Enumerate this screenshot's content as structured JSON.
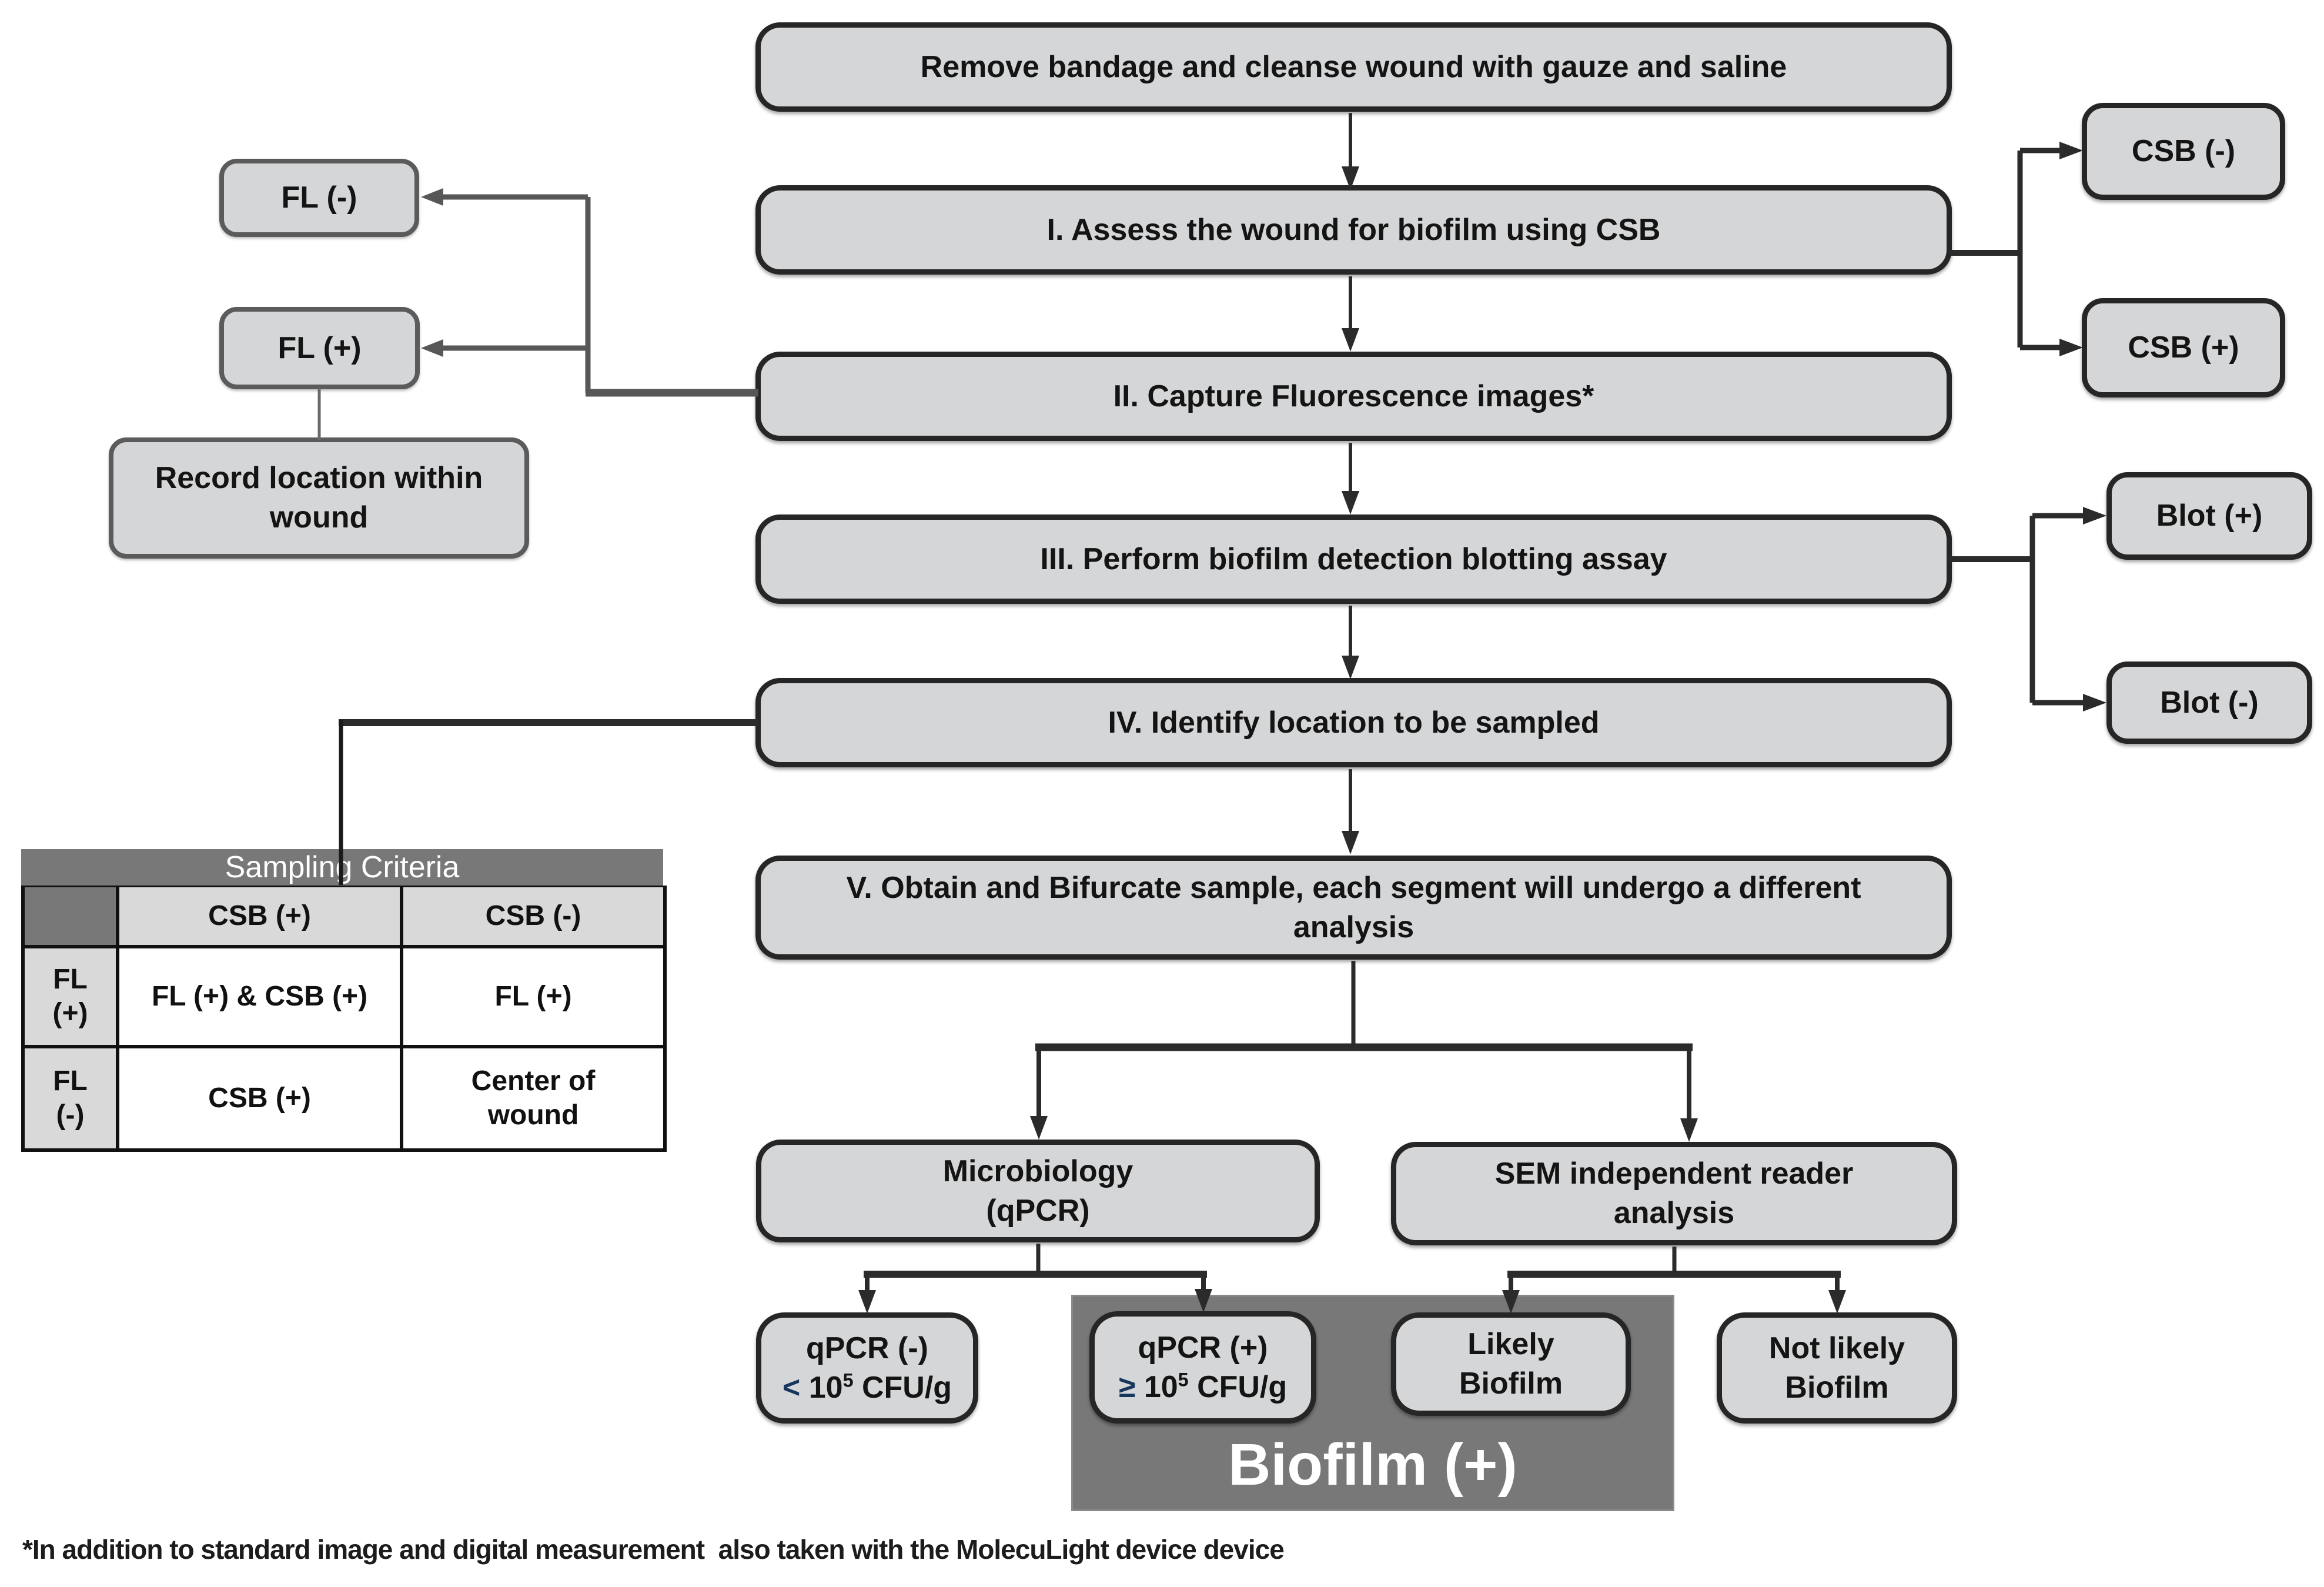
{
  "colors": {
    "box_fill": "#d5d6d7",
    "box_border_dark": "#262626",
    "box_border_gray": "#5b5b5b",
    "panel_gray": "#787878",
    "navy_symbol": "#17365d",
    "connector_black": "#2b2b2b",
    "connector_gray": "#575757",
    "banner_text": "#ffffff"
  },
  "flow": {
    "step_remove": "Remove bandage and cleanse wound with gauze and saline",
    "step1": "I. Assess the wound for biofilm using CSB",
    "step2": "II. Capture Fluorescence images*",
    "step3": "III. Perform biofilm detection blotting assay",
    "step4": "IV. Identify location to be sampled",
    "step5_lines": [
      "V. Obtain and Bifurcate sample, each segment will undergo a different",
      "analysis"
    ],
    "csb_negative": "CSB (-)",
    "csb_positive": "CSB (+)",
    "fl_negative": "FL (-)",
    "fl_positive": "FL (+)",
    "record_lines": [
      "Record location within",
      "wound"
    ],
    "blot_positive": "Blot (+)",
    "blot_negative": "Blot (-)",
    "micro_lines": [
      "Microbiology",
      "(qPCR)"
    ],
    "sem_lines": [
      "SEM independent reader",
      "analysis"
    ],
    "qpcr_negative": {
      "title": "qPCR (-)",
      "cmp": "<",
      "num": "10",
      "exp": "5",
      "unit": "CFU/g"
    },
    "qpcr_positive": {
      "title": "qPCR (+)",
      "cmp": "≥",
      "num": "10",
      "exp": "5",
      "unit": "CFU/g"
    },
    "likely_lines": [
      "Likely",
      "Biofilm"
    ],
    "not_likely_lines": [
      "Not likely",
      "Biofilm"
    ],
    "biofilm_panel": "Biofilm (+)",
    "footnote": "*In addition to standard image and digital measurement  also taken with the MolecuLight device device"
  },
  "table": {
    "title": "Sampling Criteria",
    "col_headers": [
      "CSB (+)",
      "CSB (-)"
    ],
    "rows": [
      {
        "header": "FL (+)",
        "cells": [
          "FL (+) & CSB (+)",
          "FL (+)"
        ]
      },
      {
        "header": "FL (-)",
        "cells": [
          "CSB (+)",
          "Center of wound"
        ]
      }
    ]
  }
}
